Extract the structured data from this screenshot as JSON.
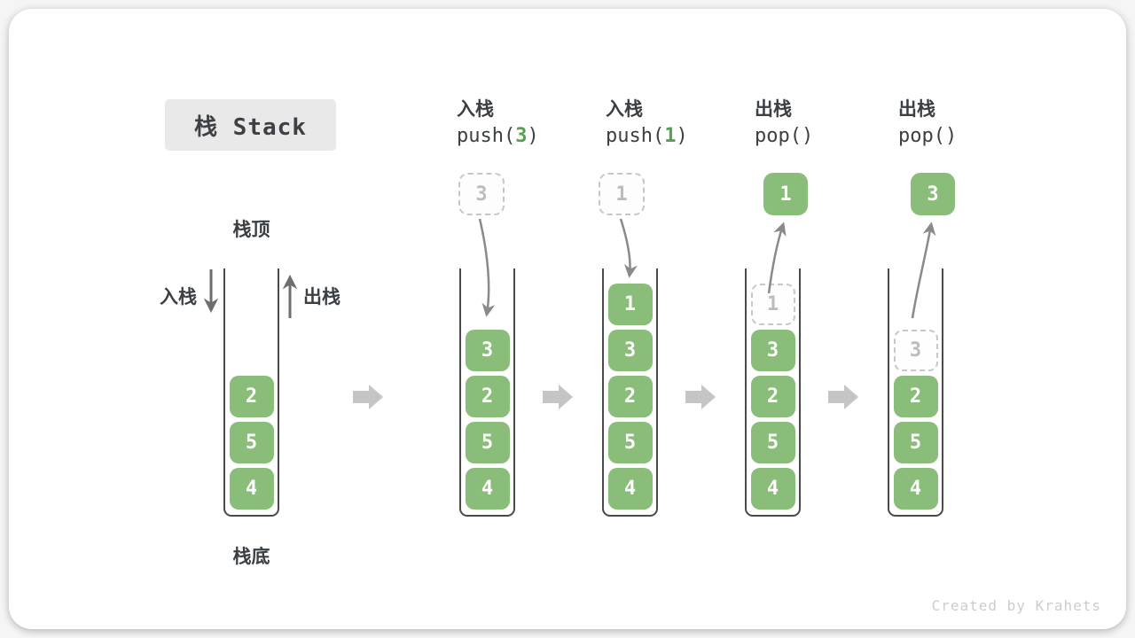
{
  "title": "栈 Stack",
  "watermark": "Created by Krahets",
  "legend": {
    "stack_top": "栈顶",
    "stack_bottom": "栈底",
    "push": "入栈",
    "pop": "出栈"
  },
  "initial_stack": {
    "values": [
      "2",
      "5",
      "4"
    ]
  },
  "steps": [
    {
      "label": "入栈",
      "code": {
        "pre": "push(",
        "arg": "3",
        "post": ")"
      },
      "floating_value": "3",
      "removed_value": "",
      "stack_values": [
        "3",
        "2",
        "5",
        "4"
      ]
    },
    {
      "label": "入栈",
      "code": {
        "pre": "push(",
        "arg": "1",
        "post": ")"
      },
      "floating_value": "1",
      "removed_value": "",
      "stack_values": [
        "1",
        "3",
        "2",
        "5",
        "4"
      ]
    },
    {
      "label": "出栈",
      "code": {
        "pre": "pop(",
        "arg": "",
        "post": ")"
      },
      "floating_value": "1",
      "removed_value": "1",
      "stack_values": [
        "3",
        "2",
        "5",
        "4"
      ]
    },
    {
      "label": "出栈",
      "code": {
        "pre": "pop(",
        "arg": "",
        "post": ")"
      },
      "floating_value": "3",
      "removed_value": "3",
      "stack_values": [
        "2",
        "5",
        "4"
      ]
    }
  ],
  "colors": {
    "cell_green": "#8abc7a",
    "code_arg_green": "#57a052",
    "curved_arrow_gray": "#8a8a8a",
    "straight_arrow_gray": "#6e6e6e",
    "block_arrow_gray": "#c5c5c5",
    "title_box_bg": "#e9e9e9",
    "text_dark": "#3a3f44",
    "ghost_gray": "#bcbcbc"
  }
}
